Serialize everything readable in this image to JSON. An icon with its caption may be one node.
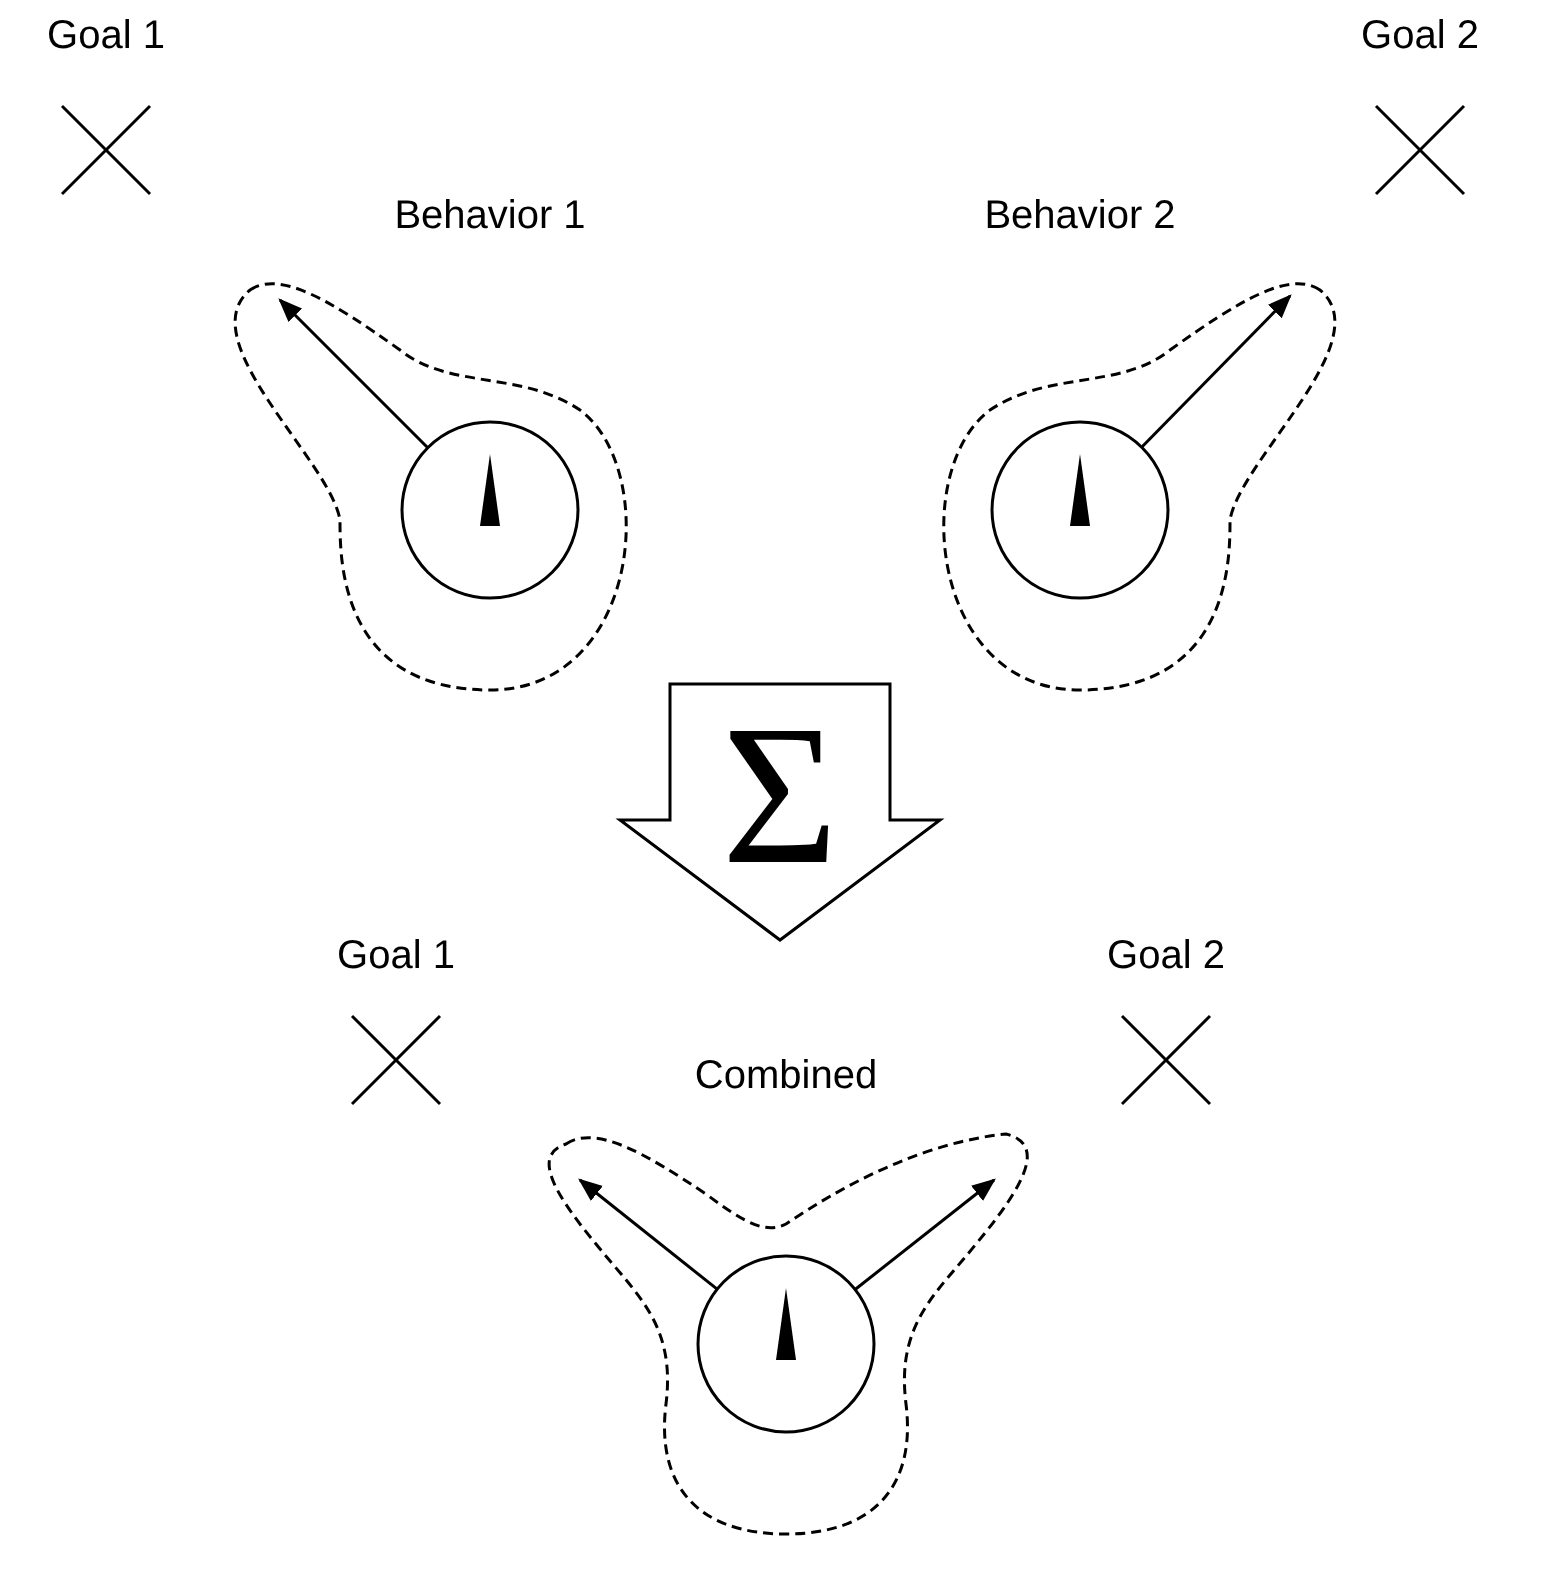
{
  "diagram": {
    "nodes": [
      {
        "text": [
          "Goal 1"
        ]
      },
      {
        "text": [
          "Goal 2"
        ]
      },
      {
        "text": [
          "Behavior 1"
        ]
      },
      {
        "text": [],
        "shape": "circle",
        "in": 2
      },
      {
        "text": [
          "Behavior 2"
        ]
      },
      {
        "text": [],
        "shape": "circle",
        "in": 4
      },
      {
        "text": [
          "Σ"
        ]
      },
      {
        "text": [
          "Goal 1"
        ]
      },
      {
        "text": [
          "Goal 2"
        ]
      },
      {
        "text": [
          "Combined"
        ]
      },
      {
        "text": [],
        "shape": "circle",
        "in": 9
      }
    ],
    "edges": [
      {
        "from": 3,
        "to": null,
        "arrow": "to"
      },
      {
        "from": 5,
        "to": null,
        "arrow": "to"
      },
      {
        "from": 10,
        "to": null,
        "arrow": "to"
      },
      {
        "from": 10,
        "to": null,
        "arrow": "to"
      }
    ]
  }
}
